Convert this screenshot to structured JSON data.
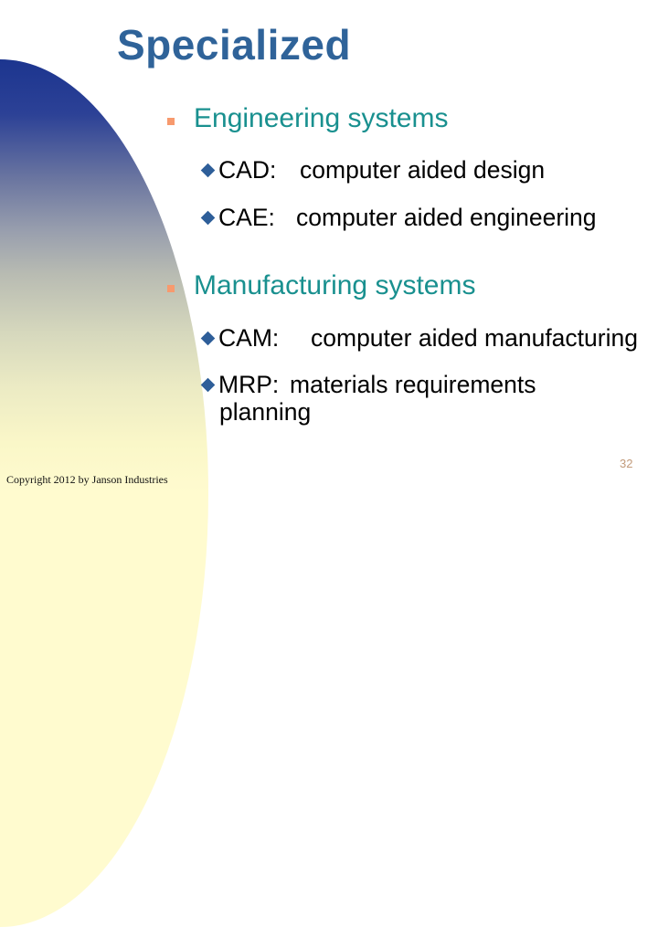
{
  "slide": {
    "title": "Specialized",
    "page_number": "32",
    "copyright": "Copyright 2012 by Janson Industries",
    "colors": {
      "title": "#2f6399",
      "level1_text": "#19908f",
      "level1_bullet": "#f79a6e",
      "level2_bullet": "#2e5e99",
      "page_number": "#c29a7a"
    },
    "sections": [
      {
        "heading": "Engineering systems",
        "items": [
          {
            "term": "CAD:",
            "description": "computer aided design"
          },
          {
            "term": "CAE:",
            "description": "computer aided engineering"
          }
        ]
      },
      {
        "heading": "Manufacturing systems",
        "items": [
          {
            "term": "CAM:",
            "description": "computer aided manufacturing"
          },
          {
            "term": "MRP:",
            "description": "materials requirements",
            "continuation": "planning"
          }
        ]
      }
    ]
  }
}
